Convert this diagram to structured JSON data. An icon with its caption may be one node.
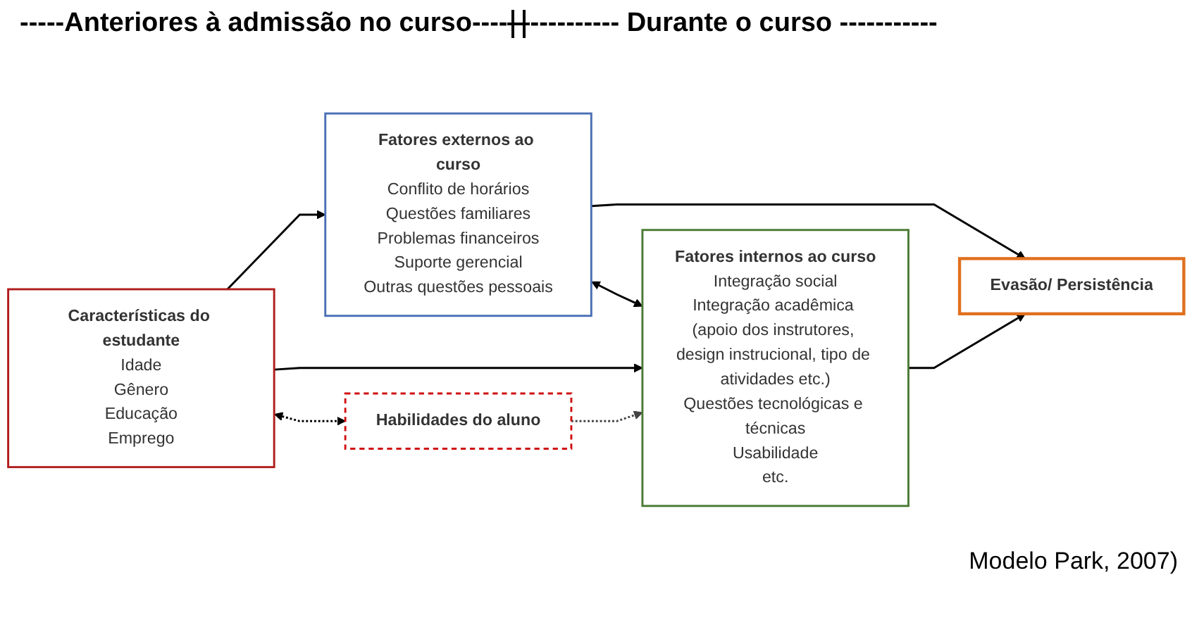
{
  "diagram": {
    "nodes": [
      {
        "text": [
          "Características do estudante",
          "Idade",
          "Gênero",
          "Educação",
          "Emprego"
        ]
      },
      {
        "text": [
          "Fatores externos ao curso",
          "Conflito de horários",
          "Questões familiares",
          "Problemas financeiros",
          "Suporte gerencial",
          "Outras questões pessoais"
        ]
      },
      {
        "text": [
          "Evasão/ Persistência"
        ]
      },
      {
        "text": [
          "Habilidades do aluno"
        ]
      },
      {
        "text": [
          "Fatores internos ao curso",
          "Integração social",
          "Integração acadêmica (apoio dos instrutores, design instrucional, tipo de atividades etc.)",
          "Questões tecnológicas e técnicas",
          "Usabilidade",
          "etc."
        ]
      }
    ],
    "edges": [
      {
        "from": 0,
        "to": 1,
        "arrow": "to"
      },
      {
        "from": 0,
        "to": 4,
        "arrow": "to"
      },
      {
        "from": 1,
        "to": 2,
        "arrow": "to"
      },
      {
        "from": 4,
        "to": 2,
        "arrow": "to"
      },
      {
        "from": 1,
        "to": 4,
        "arrow": "both"
      },
      {
        "from": 0,
        "to": 3,
        "arrow": "both",
        "style": "dashed"
      },
      {
        "from": 3,
        "to": 4,
        "arrow": "to",
        "style": "dashed",
        "color": "#444444"
      }
    ],
    "labels": [
      "-----Anteriores à admissão no curso----",
      "---------- Durante o curso -----------",
      "Modelo Park, 2007)"
    ]
  }
}
